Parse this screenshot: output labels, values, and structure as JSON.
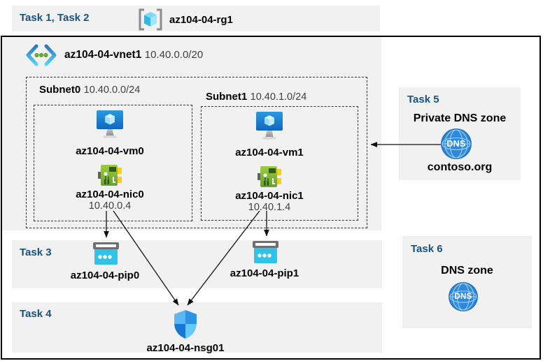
{
  "header": {
    "tasks": "Task 1, Task 2",
    "rg": "az104-04-rg1"
  },
  "vnet": {
    "name": "az104-04-vnet1",
    "cidr": "10.40.0.0/20"
  },
  "subnets": [
    {
      "name": "Subnet0",
      "cidr": "10.40.0.0/24",
      "vm": "az104-04-vm0",
      "nic": "az104-04-nic0",
      "ip": "10.40.0.4"
    },
    {
      "name": "Subnet1",
      "cidr": "10.40.1.0/24",
      "vm": "az104-04-vm1",
      "nic": "az104-04-nic1",
      "ip": "10.40.1.4"
    }
  ],
  "task3": {
    "label": "Task 3",
    "pip0": "az104-04-pip0",
    "pip1": "az104-04-pip1"
  },
  "task4": {
    "label": "Task 4",
    "nsg": "az104-04-nsg01"
  },
  "task5": {
    "label": "Task 5",
    "title": "Private DNS zone",
    "zone": "contoso.org",
    "icon_text": "DNS"
  },
  "task6": {
    "label": "Task 6",
    "title": "DNS zone",
    "icon_text": "DNS"
  },
  "colors": {
    "band_bg": "#f1f1f1",
    "task_label": "#17537e",
    "vm_blue": "#1e7fd0",
    "nic_green": "#7cb93c",
    "pip_cyan": "#31c3e6",
    "nsg_blue": "#2a93e8",
    "dns_blue": "#2b8ade",
    "vnet_gradient_top": "#2e76bc",
    "vnet_gradient_bottom": "#54d5f0",
    "dot_green": "#6aa832",
    "arrow": "#111111"
  }
}
